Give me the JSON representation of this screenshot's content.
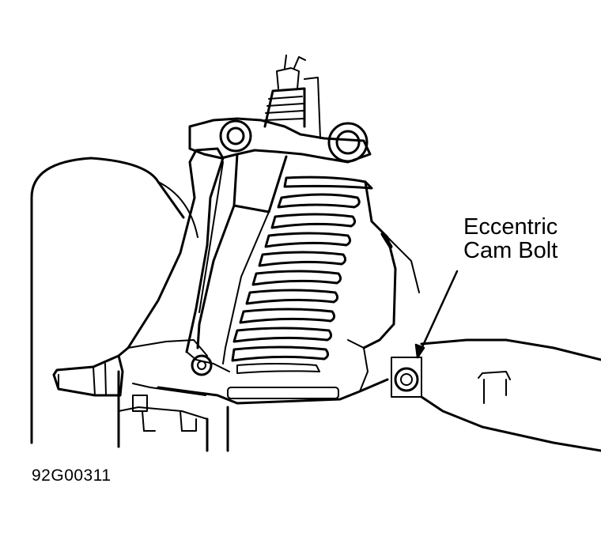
{
  "callout": {
    "line1": "Eccentric",
    "line2": "Cam Bolt"
  },
  "figure_id": "92G00311",
  "colors": {
    "ink": "#000000",
    "paper": "#ffffff"
  },
  "icons": [
    "leader-arrow"
  ]
}
